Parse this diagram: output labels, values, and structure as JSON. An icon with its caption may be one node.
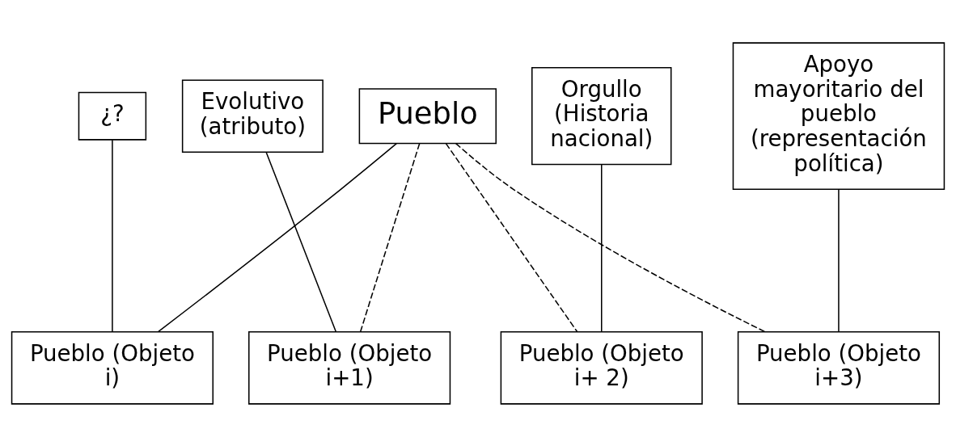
{
  "diagram": {
    "nodes": [
      {
        "text": [
          "Pueblo"
        ]
      },
      {
        "text": [
          "¿?"
        ]
      },
      {
        "text": [
          "Evolutivo (atributo)"
        ]
      },
      {
        "text": [
          "Orgullo (Historia nacional)"
        ]
      },
      {
        "text": [
          "Apoyo mayoritario del pueblo (representación política)"
        ]
      },
      {
        "text": [
          "Pueblo (Objeto i)"
        ]
      },
      {
        "text": [
          "Pueblo (Objeto i+1)"
        ]
      },
      {
        "text": [
          "Pueblo (Objeto i+ 2)"
        ]
      },
      {
        "text": [
          "Pueblo (Objeto i+3)"
        ]
      }
    ],
    "edges": [
      {
        "from": 0,
        "to": 5,
        "arrow": "none"
      },
      {
        "from": 1,
        "to": 5,
        "arrow": "none"
      },
      {
        "from": 0,
        "to": 6,
        "arrow": "none",
        "style": "dashed"
      },
      {
        "from": 2,
        "to": 6,
        "arrow": "none"
      },
      {
        "from": 0,
        "to": 7,
        "arrow": "none",
        "style": "dashed"
      },
      {
        "from": 3,
        "to": 7,
        "arrow": "none"
      },
      {
        "from": 0,
        "to": 8,
        "arrow": "none",
        "style": "dashed"
      },
      {
        "from": 4,
        "to": 8,
        "arrow": "none"
      }
    ]
  }
}
